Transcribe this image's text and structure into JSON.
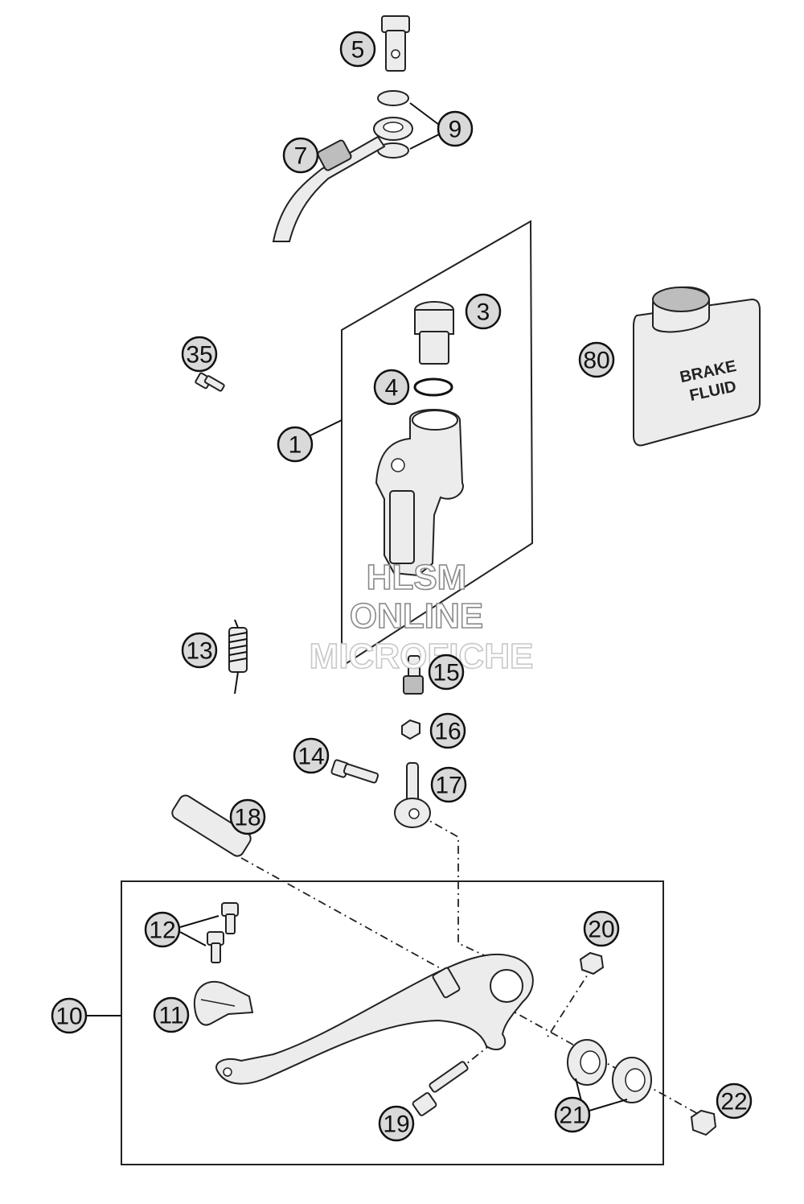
{
  "callouts": [
    "1",
    "3",
    "4",
    "5",
    "7",
    "9",
    "10",
    "11",
    "12",
    "13",
    "14",
    "15",
    "16",
    "17",
    "18",
    "19",
    "20",
    "21",
    "22",
    "35",
    "80"
  ],
  "can_label": {
    "line1": "BRAKE",
    "line2": "FLUID"
  },
  "watermark": {
    "line1": "HLSM",
    "line2": "ONLINE",
    "line3": "MICROFICHE"
  }
}
